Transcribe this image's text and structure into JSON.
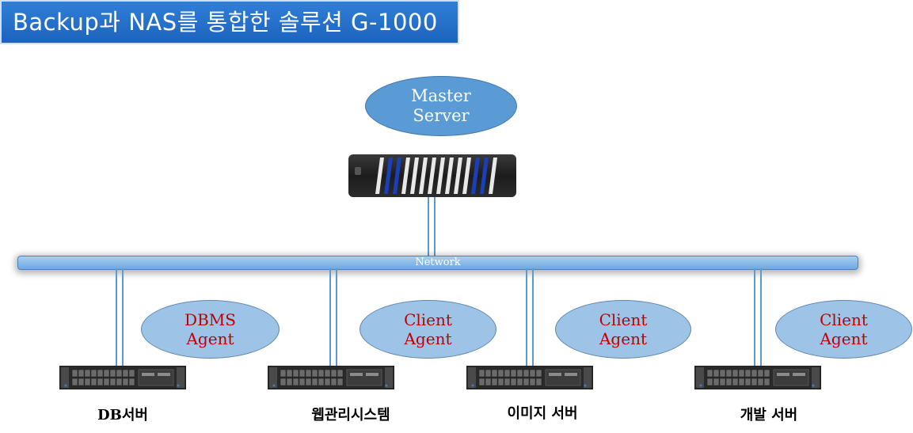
{
  "title": "Backup과 NAS를 통합한 솔루션 G-1000",
  "master_server": {
    "label_line1": "Master",
    "label_line2": "Server"
  },
  "network": {
    "label": "Network"
  },
  "nodes": [
    {
      "agent_line1": "DBMS",
      "agent_line2": "Agent",
      "server_label": "DB서버"
    },
    {
      "agent_line1": "Client",
      "agent_line2": "Agent",
      "server_label": "웹관리시스템"
    },
    {
      "agent_line1": "Client",
      "agent_line2": "Agent",
      "server_label": "이미지 서버"
    },
    {
      "agent_line1": "Client",
      "agent_line2": "Agent",
      "server_label": "개발 서버"
    }
  ],
  "colors": {
    "title_bg": "#1d63bd",
    "ellipse_master": "#5b9bd5",
    "ellipse_agent": "#9dc3e6",
    "agent_text": "#c00000",
    "line": "#5b9bd5"
  }
}
